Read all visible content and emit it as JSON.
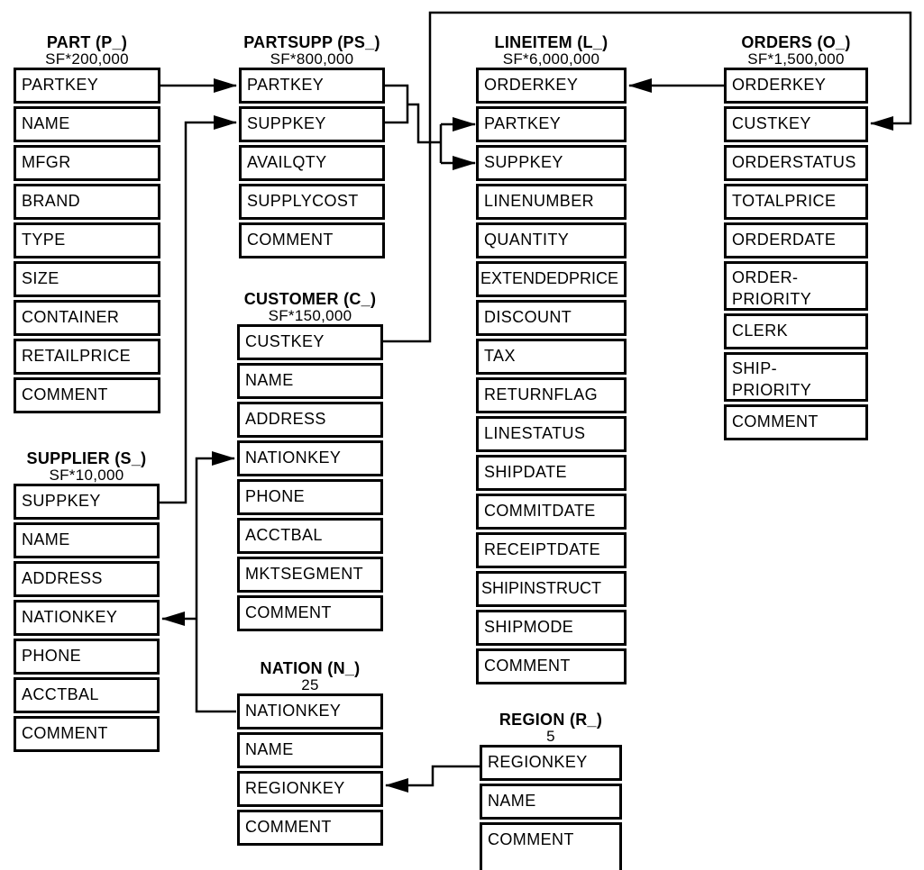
{
  "tables": [
    {
      "id": "part",
      "title": "PART (P_)",
      "cardinality": "SF*200,000",
      "rows": [
        "PARTKEY",
        "NAME",
        "MFGR",
        "BRAND",
        "TYPE",
        "SIZE",
        "CONTAINER",
        "RETAILPRICE",
        "COMMENT"
      ]
    },
    {
      "id": "partsupp",
      "title": "PARTSUPP (PS_)",
      "cardinality": "SF*800,000",
      "rows": [
        "PARTKEY",
        "SUPPKEY",
        "AVAILQTY",
        "SUPPLYCOST",
        "COMMENT"
      ]
    },
    {
      "id": "lineitem",
      "title": "LINEITEM (L_)",
      "cardinality": "SF*6,000,000",
      "rows": [
        "ORDERKEY",
        "PARTKEY",
        "SUPPKEY",
        "LINENUMBER",
        "QUANTITY",
        "EXTENDEDPRICE",
        "DISCOUNT",
        "TAX",
        "RETURNFLAG",
        "LINESTATUS",
        "SHIPDATE",
        "COMMITDATE",
        "RECEIPTDATE",
        "SHIPINSTRUCT",
        "SHIPMODE",
        "COMMENT"
      ]
    },
    {
      "id": "orders",
      "title": "ORDERS (O_)",
      "cardinality": "SF*1,500,000",
      "rows": [
        "ORDERKEY",
        "CUSTKEY",
        "ORDERSTATUS",
        "TOTALPRICE",
        "ORDERDATE",
        "ORDER-\nPRIORITY",
        "CLERK",
        "SHIP-\nPRIORITY",
        "COMMENT"
      ]
    },
    {
      "id": "supplier",
      "title": "SUPPLIER (S_)",
      "cardinality": "SF*10,000",
      "rows": [
        "SUPPKEY",
        "NAME",
        "ADDRESS",
        "NATIONKEY",
        "PHONE",
        "ACCTBAL",
        "COMMENT"
      ]
    },
    {
      "id": "customer",
      "title": "CUSTOMER (C_)",
      "cardinality": "SF*150,000",
      "rows": [
        "CUSTKEY",
        "NAME",
        "ADDRESS",
        "NATIONKEY",
        "PHONE",
        "ACCTBAL",
        "MKTSEGMENT",
        "COMMENT"
      ]
    },
    {
      "id": "nation",
      "title": "NATION (N_)",
      "cardinality": "25",
      "rows": [
        "NATIONKEY",
        "NAME",
        "REGIONKEY",
        "COMMENT"
      ]
    },
    {
      "id": "region",
      "title": "REGION (R_)",
      "cardinality": "5",
      "rows": [
        "REGIONKEY",
        "NAME",
        "COMMENT"
      ]
    }
  ],
  "relationships": [
    {
      "from": "PART.PARTKEY",
      "to": "PARTSUPP.PARTKEY"
    },
    {
      "from": "SUPPLIER.SUPPKEY",
      "to": "PARTSUPP.SUPPKEY"
    },
    {
      "from": "PARTSUPP.PARTKEY",
      "to": "LINEITEM.PARTKEY"
    },
    {
      "from": "PARTSUPP.SUPPKEY",
      "to": "LINEITEM.SUPPKEY"
    },
    {
      "from": "ORDERS.ORDERKEY",
      "to": "LINEITEM.ORDERKEY"
    },
    {
      "from": "CUSTOMER.CUSTKEY",
      "to": "ORDERS.CUSTKEY"
    },
    {
      "from": "NATION.NATIONKEY",
      "to": "CUSTOMER.NATIONKEY"
    },
    {
      "from": "NATION.NATIONKEY",
      "to": "SUPPLIER.NATIONKEY"
    },
    {
      "from": "REGION.REGIONKEY",
      "to": "NATION.REGIONKEY"
    }
  ],
  "colors": {
    "line": "#000000",
    "background": "#ffffff",
    "text": "#000000"
  }
}
